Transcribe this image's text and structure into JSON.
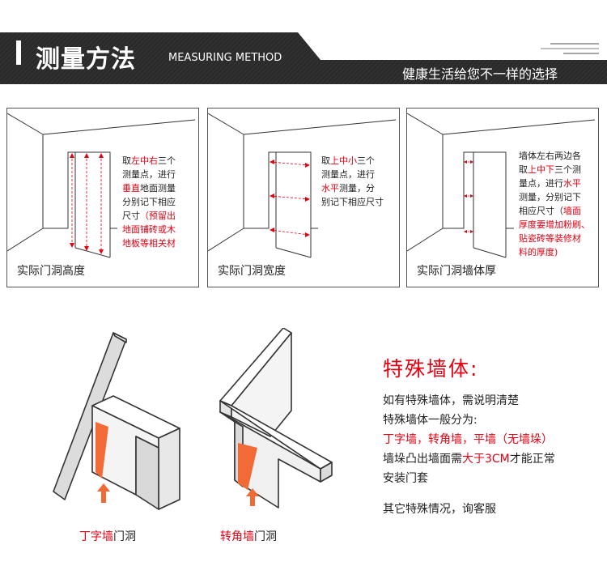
{
  "header": {
    "title": "测量方法",
    "subtitle": "MEASURING METHOD",
    "slogan": "健康生活给您不一样的选择"
  },
  "panels": [
    {
      "desc": [
        {
          "p": [
            {
              "t": "取",
              "c": "normal"
            },
            {
              "t": "左中右",
              "c": "red"
            },
            {
              "t": "三个",
              "c": "normal"
            }
          ]
        },
        {
          "p": [
            {
              "t": "测量点，进行",
              "c": "normal"
            }
          ]
        },
        {
          "p": [
            {
              "t": "垂直",
              "c": "red"
            },
            {
              "t": "地面测量",
              "c": "normal"
            }
          ]
        },
        {
          "p": [
            {
              "t": "分别记下相应",
              "c": "normal"
            }
          ]
        },
        {
          "p": [
            {
              "t": "尺寸",
              "c": "normal"
            },
            {
              "t": "（预留出",
              "c": "red"
            }
          ]
        },
        {
          "p": [
            {
              "t": "地面铺砖或木",
              "c": "red"
            }
          ]
        },
        {
          "p": [
            {
              "t": "地板等相关材",
              "c": "red"
            }
          ]
        }
      ],
      "caption": "实际门洞高度"
    },
    {
      "desc": [
        {
          "p": [
            {
              "t": "取",
              "c": "normal"
            },
            {
              "t": "上中小",
              "c": "red"
            },
            {
              "t": "三个",
              "c": "normal"
            }
          ]
        },
        {
          "p": [
            {
              "t": "测量点，进行",
              "c": "normal"
            }
          ]
        },
        {
          "p": [
            {
              "t": "水平",
              "c": "red"
            },
            {
              "t": "测量，分",
              "c": "normal"
            }
          ]
        },
        {
          "p": [
            {
              "t": "别记下相应尺寸",
              "c": "normal"
            }
          ]
        }
      ],
      "caption": "实际门洞宽度"
    },
    {
      "desc": [
        {
          "p": [
            {
              "t": "墙体左右两边各",
              "c": "normal"
            }
          ]
        },
        {
          "p": [
            {
              "t": "取",
              "c": "normal"
            },
            {
              "t": "上中下",
              "c": "red"
            },
            {
              "t": "三个测",
              "c": "normal"
            }
          ]
        },
        {
          "p": [
            {
              "t": "量点，进行",
              "c": "normal"
            },
            {
              "t": "水平",
              "c": "red"
            }
          ]
        },
        {
          "p": [
            {
              "t": "测量，分别记下",
              "c": "normal"
            }
          ]
        },
        {
          "p": [
            {
              "t": "相应尺寸（",
              "c": "normal"
            },
            {
              "t": "墙面",
              "c": "red"
            }
          ]
        },
        {
          "p": [
            {
              "t": "厚度要增加粉刷、",
              "c": "red"
            }
          ]
        },
        {
          "p": [
            {
              "t": "贴瓷砖等装修材",
              "c": "red"
            }
          ]
        },
        {
          "p": [
            {
              "t": "料的厚度)",
              "c": "red"
            }
          ]
        }
      ],
      "caption": "实际门洞墙体厚"
    }
  ],
  "special": {
    "title": "特殊墙体:",
    "lines": [
      {
        "p": [
          {
            "t": "如有特殊墙体，需说明清楚",
            "c": "normal"
          }
        ]
      },
      {
        "p": [
          {
            "t": "特殊墙体一般分为:",
            "c": "normal"
          }
        ]
      },
      {
        "p": [
          {
            "t": "丁字墙，转角墙，平墙（无墙垛）",
            "c": "red"
          }
        ]
      },
      {
        "p": [
          {
            "t": "墙垛凸出墙面需",
            "c": "normal"
          },
          {
            "t": "大于3CM",
            "c": "red"
          },
          {
            "t": "才能正常",
            "c": "normal"
          }
        ]
      },
      {
        "p": [
          {
            "t": "安装门套",
            "c": "normal"
          }
        ]
      },
      {
        "p": [
          {
            "t": "其它特殊情况，询客服",
            "c": "normal"
          }
        ]
      }
    ]
  },
  "wall_types": [
    {
      "red": "丁字墙",
      "normal": "门洞"
    },
    {
      "red": "转角墙",
      "normal": "门洞"
    }
  ],
  "colors": {
    "banner_dark": "#2b2b2b",
    "accent_red": "#e60012",
    "wall_orange": "#f26a35"
  }
}
